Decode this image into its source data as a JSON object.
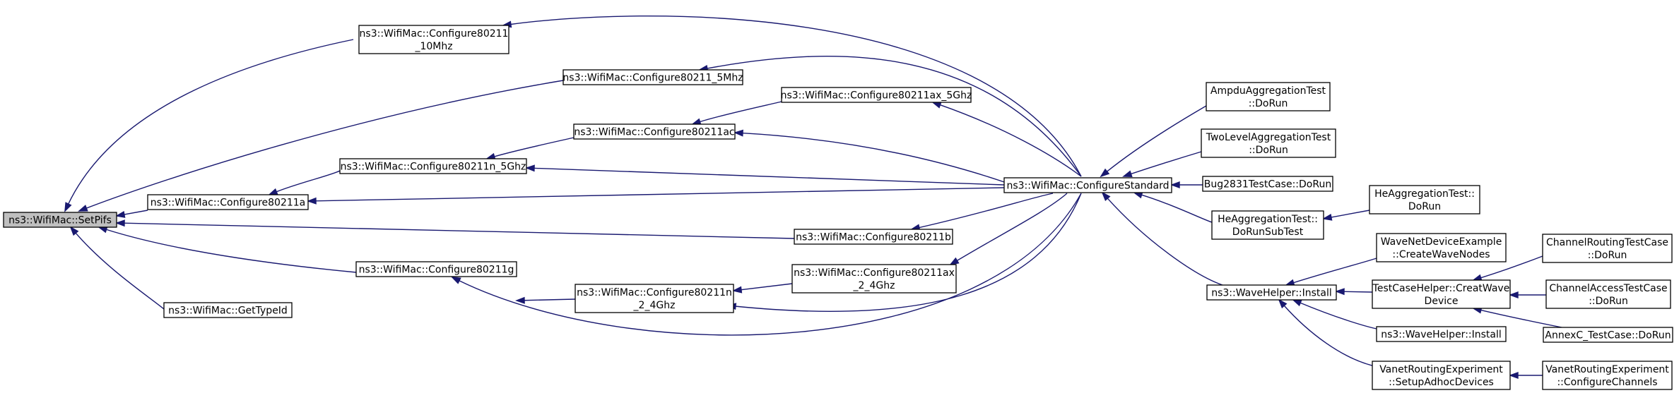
{
  "nodes": [
    {
      "id": "setpifs",
      "lines": [
        "ns3::WifiMac::SetPifs"
      ],
      "root": true
    },
    {
      "id": "c10mhz",
      "lines": [
        "ns3::WifiMac::Configure80211",
        "_10Mhz"
      ]
    },
    {
      "id": "c5mhz",
      "lines": [
        "ns3::WifiMac::Configure80211_5Mhz"
      ]
    },
    {
      "id": "cax5",
      "lines": [
        "ns3::WifiMac::Configure80211ax_5Ghz"
      ]
    },
    {
      "id": "cac",
      "lines": [
        "ns3::WifiMac::Configure80211ac"
      ]
    },
    {
      "id": "cn5",
      "lines": [
        "ns3::WifiMac::Configure80211n_5Ghz"
      ]
    },
    {
      "id": "ca",
      "lines": [
        "ns3::WifiMac::Configure80211a"
      ]
    },
    {
      "id": "cb",
      "lines": [
        "ns3::WifiMac::Configure80211b"
      ]
    },
    {
      "id": "cax24",
      "lines": [
        "ns3::WifiMac::Configure80211ax",
        "_2_4Ghz"
      ]
    },
    {
      "id": "cn24",
      "lines": [
        "ns3::WifiMac::Configure80211n",
        "_2_4Ghz"
      ]
    },
    {
      "id": "cg",
      "lines": [
        "ns3::WifiMac::Configure80211g"
      ]
    },
    {
      "id": "gettypeid",
      "lines": [
        "ns3::WifiMac::GetTypeId"
      ]
    },
    {
      "id": "cstd",
      "lines": [
        "ns3::WifiMac::ConfigureStandard"
      ]
    },
    {
      "id": "ampdu",
      "lines": [
        "AmpduAggregationTest",
        "::DoRun"
      ]
    },
    {
      "id": "twolevel",
      "lines": [
        "TwoLevelAggregationTest",
        "::DoRun"
      ]
    },
    {
      "id": "bug2831",
      "lines": [
        "Bug2831TestCase::DoRun"
      ]
    },
    {
      "id": "heaggsub",
      "lines": [
        "HeAggregationTest::",
        "DoRunSubTest"
      ]
    },
    {
      "id": "heagg",
      "lines": [
        "HeAggregationTest::",
        "DoRun"
      ]
    },
    {
      "id": "waveinstall",
      "lines": [
        "ns3::WaveHelper::Install"
      ]
    },
    {
      "id": "wavenet",
      "lines": [
        "WaveNetDeviceExample",
        "::CreateWaveNodes"
      ]
    },
    {
      "id": "tchelper",
      "lines": [
        "TestCaseHelper::CreatWave",
        "Device"
      ]
    },
    {
      "id": "waveinstall2",
      "lines": [
        "ns3::WaveHelper::Install"
      ]
    },
    {
      "id": "vanetadhoc",
      "lines": [
        "VanetRoutingExperiment",
        "::SetupAdhocDevices"
      ]
    },
    {
      "id": "chrouting",
      "lines": [
        "ChannelRoutingTestCase",
        "::DoRun"
      ]
    },
    {
      "id": "chaccess",
      "lines": [
        "ChannelAccessTestCase",
        "::DoRun"
      ]
    },
    {
      "id": "annexc",
      "lines": [
        "AnnexC_TestCase::DoRun"
      ]
    },
    {
      "id": "vanetchan",
      "lines": [
        "VanetRoutingExperiment",
        "::ConfigureChannels"
      ]
    }
  ]
}
